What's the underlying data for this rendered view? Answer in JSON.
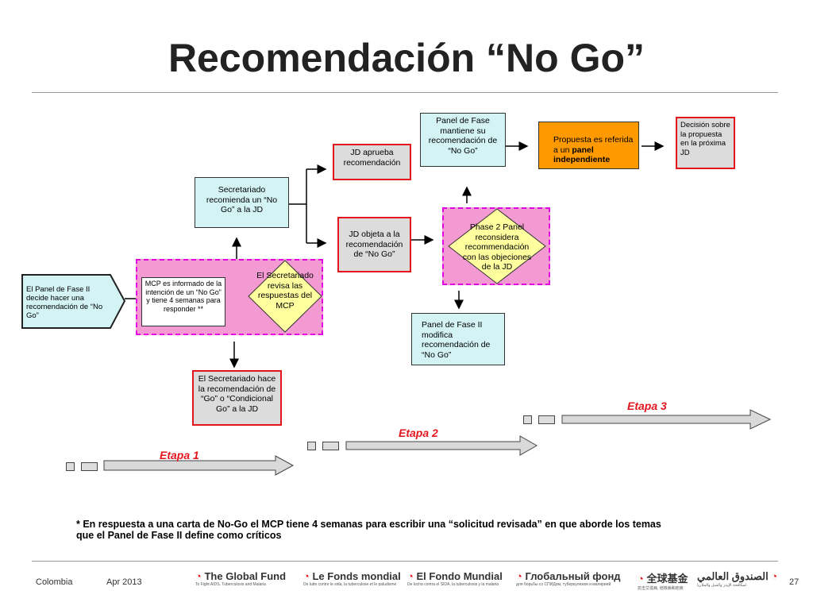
{
  "title": "Recomendación “No Go”",
  "nodes": {
    "panel_fase2": "El Panel de Fase II decide hacer una recomendación de “No Go”",
    "mcp_informado": "MCP es informado de la intención  de un “No Go” y tiene 4 semanas para responder **",
    "secretariado_revisa": "El Secretariado revisa las respuestas del MCP",
    "secretariado_recomienda": "Secretariado recomienda un “No Go” a la JD",
    "secretariado_go": "El Secretariado hace la recomendación de “Go” o “Condicional Go” a la JD",
    "jd_aprueba": "JD aprueba recomendación",
    "jd_objeta": "JD objeta a la recomendación de  “No Go”",
    "panel_mantiene": "Panel de Fase mantiene su recomendación de “No Go”",
    "propuesta_referida_plain": "Propuesta es referida a un ",
    "propuesta_referida_bold": "panel independiente",
    "decision_proxima": "Decisión sobre la propuesta en la  próxima JD",
    "phase2_reconsidera": "Phase 2 Panel reconsidera recommendación con las objeciones de la JD",
    "panel_modifica": "Panel de Fase II modifica recomendación de “No Go”"
  },
  "stages": [
    "Etapa 1",
    "Etapa 2",
    "Etapa 3"
  ],
  "footnote": "* En respuesta a una carta de No-Go el MCP tiene  4 semanas para escribir una “solicitud revisada” en que aborde los temas que el Panel de Fase II define como críticos",
  "footer": {
    "country": "Colombia",
    "date": "Apr 2013",
    "page": "27",
    "logos": [
      {
        "name": "The Global Fund",
        "tag": "To Fight AIDS, Tuberculosis and Malaria"
      },
      {
        "name": "Le Fonds mondial",
        "tag": "De lutte contre le sida, la tuberculose et le paludisme"
      },
      {
        "name": "El Fondo Mundial",
        "tag": "De lucha contra el SIDA, la tuberculosis y la malaria"
      },
      {
        "name": "Глобальный фонд",
        "tag": "для борьбы со СПИДом, туберкулезом и малярией"
      },
      {
        "name": "全球基金",
        "tag": "抗击艾滋病, 结核病和疟疾"
      },
      {
        "name": "الصندوق العالمي",
        "tag": "لمكافحة الإيدز والسل والملاريا"
      }
    ]
  },
  "colors": {
    "accent_red": "#e3161d",
    "cyan": "#d3f3f5",
    "orange": "#ff9900",
    "pink": "#f49ad2",
    "yellow": "#ffffa0"
  }
}
